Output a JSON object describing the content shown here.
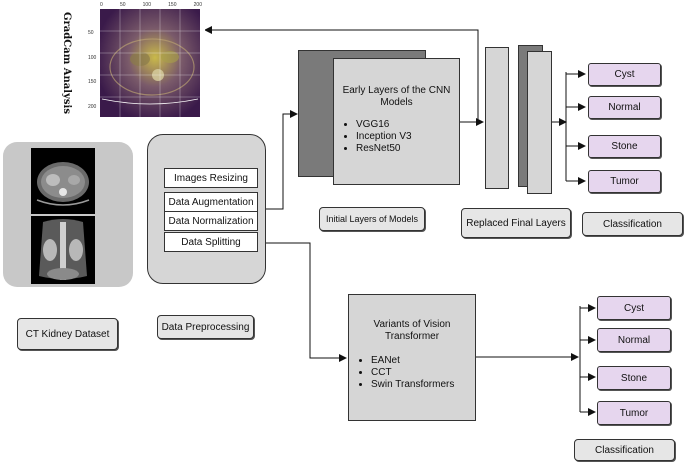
{
  "gradcam": {
    "title": "GradCam Analysis",
    "x_ticks": [
      "0",
      "50",
      "100",
      "150",
      "200"
    ],
    "y_ticks": [
      "50",
      "100",
      "150",
      "200"
    ]
  },
  "dataset": {
    "label": "CT Kidney Dataset"
  },
  "preprocessing": {
    "label": "Data Preprocessing",
    "steps": [
      "Images Resizing",
      "Data Augmentation",
      "Data Normalization",
      "Data Splitting"
    ]
  },
  "cnn": {
    "title": "Early Layers of the CNN Models",
    "models": [
      "VGG16",
      "Inception V3",
      "ResNet50"
    ],
    "label": "Initial Layers of Models"
  },
  "final_layers": {
    "label": "Replaced Final Layers"
  },
  "vit": {
    "title": "Variants of Vision Transformer",
    "models": [
      "EANet",
      "CCT",
      "Swin Transformers"
    ]
  },
  "classification": {
    "label": "Classification",
    "classes": [
      "Cyst",
      "Normal",
      "Stone",
      "Tumor"
    ]
  },
  "colors": {
    "class_fill": "#e6d6ee",
    "box_fill": "#d6d6d6",
    "dark_layer": "#7a7a7a",
    "dataset_panel": "#c8c8c8"
  }
}
